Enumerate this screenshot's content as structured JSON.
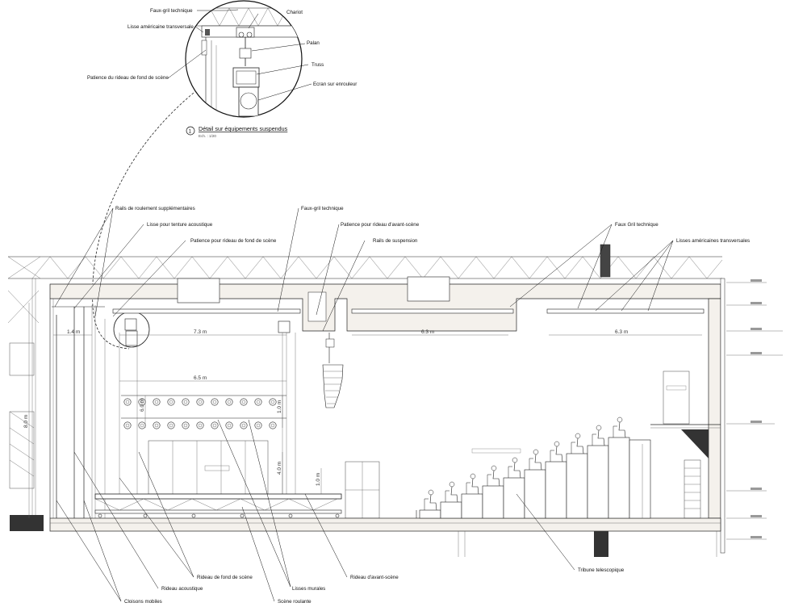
{
  "detail": {
    "number": "1",
    "title": "Détail sur équipements suspendus",
    "scale": "Ech. : 1/20",
    "labels": {
      "faux_gril": "Faux-gril technique",
      "chariot": "Chariot",
      "lisse_americaine": "Lisse américaine transversale",
      "palan": "Palan",
      "truss": "Truss",
      "patience": "Patience du rideau de fond de scène",
      "ecran": "Ecran sur enrouleur"
    }
  },
  "labels_top": {
    "rails_roulement": "Rails de roulement supplémentaires",
    "lisse_tenture": "Lisse pour tenture acoustique",
    "patience_fond": "Patience pour rideau de fond de scène",
    "faux_gril": "Faux-gril technique",
    "patience_avant": "Patience pour rideau d'avant-scène",
    "rails_suspension": "Rails de suspension",
    "faux_gril_2": "Faux Gril technique",
    "lisses_americaines": "Lisses américaines transversales"
  },
  "labels_bottom": {
    "rideau_fond": "Rideau de fond de scène",
    "rideau_acoustique": "Rideau acoustique",
    "cloisons_mobiles": "Cloisons mobiles",
    "lisses_murales": "Lisses murales",
    "scene_roulante": "Scène roulante",
    "rideau_avant": "Rideau d'avant-scène",
    "tribune": "Tribune telescopique"
  },
  "dimensions": {
    "d1": "1.4 m",
    "d2": "7.3 m",
    "d3": "6.3 m",
    "d4": "6.3 m",
    "d5": "6.5 m",
    "h1": "8.0 m",
    "h2": "6.0 m",
    "h3": "1.0 m",
    "h4": "4.0 m",
    "h5": "1.0 m"
  }
}
